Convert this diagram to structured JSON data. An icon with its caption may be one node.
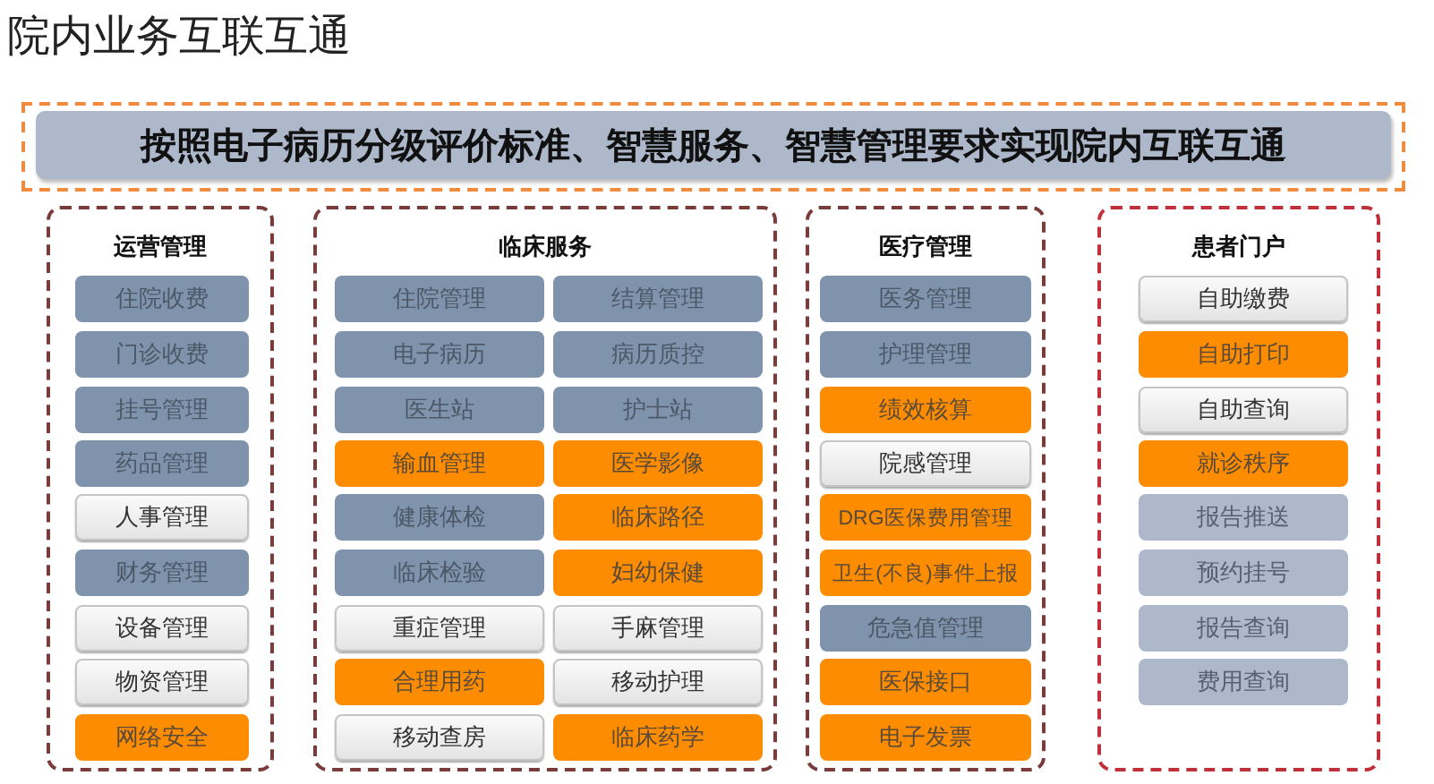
{
  "diagram": {
    "title": "院内业务互联互通",
    "nodes": [
      {
        "text": [
          "按照电子病历分级评价标准、智慧服务、智慧管理要求实现院内互联互通"
        ]
      },
      {
        "text": [
          "运营管理"
        ]
      },
      {
        "text": [
          "住院收费"
        ],
        "in": 1
      },
      {
        "text": [
          "门诊收费"
        ],
        "in": 1
      },
      {
        "text": [
          "挂号管理"
        ],
        "in": 1
      },
      {
        "text": [
          "药品管理"
        ],
        "in": 1
      },
      {
        "text": [
          "人事管理"
        ],
        "in": 1
      },
      {
        "text": [
          "财务管理"
        ],
        "in": 1
      },
      {
        "text": [
          "设备管理"
        ],
        "in": 1
      },
      {
        "text": [
          "物资管理"
        ],
        "in": 1
      },
      {
        "text": [
          "网络安全"
        ],
        "in": 1
      },
      {
        "text": [
          "临床服务"
        ]
      },
      {
        "text": [
          "住院管理"
        ],
        "in": 11
      },
      {
        "text": [
          "结算管理"
        ],
        "in": 11
      },
      {
        "text": [
          "电子病历"
        ],
        "in": 11
      },
      {
        "text": [
          "病历质控"
        ],
        "in": 11
      },
      {
        "text": [
          "医生站"
        ],
        "in": 11
      },
      {
        "text": [
          "护士站"
        ],
        "in": 11
      },
      {
        "text": [
          "输血管理"
        ],
        "in": 11
      },
      {
        "text": [
          "医学影像"
        ],
        "in": 11
      },
      {
        "text": [
          "健康体检"
        ],
        "in": 11
      },
      {
        "text": [
          "临床路径"
        ],
        "in": 11
      },
      {
        "text": [
          "临床检验"
        ],
        "in": 11
      },
      {
        "text": [
          "妇幼保健"
        ],
        "in": 11
      },
      {
        "text": [
          "重症管理"
        ],
        "in": 11
      },
      {
        "text": [
          "手麻管理"
        ],
        "in": 11
      },
      {
        "text": [
          "合理用药"
        ],
        "in": 11
      },
      {
        "text": [
          "移动护理"
        ],
        "in": 11
      },
      {
        "text": [
          "移动查房"
        ],
        "in": 11
      },
      {
        "text": [
          "临床药学"
        ],
        "in": 11
      },
      {
        "text": [
          "医疗管理"
        ]
      },
      {
        "text": [
          "医务管理"
        ],
        "in": 30
      },
      {
        "text": [
          "护理管理"
        ],
        "in": 30
      },
      {
        "text": [
          "绩效核算"
        ],
        "in": 30
      },
      {
        "text": [
          "院感管理"
        ],
        "in": 30
      },
      {
        "text": [
          "DRG医保费用管理"
        ],
        "in": 30
      },
      {
        "text": [
          "卫生(不良)事件上报"
        ],
        "in": 30
      },
      {
        "text": [
          "危急值管理"
        ],
        "in": 30
      },
      {
        "text": [
          "医保接口"
        ],
        "in": 30
      },
      {
        "text": [
          "电子发票"
        ],
        "in": 30
      },
      {
        "text": [
          "患者门户"
        ]
      },
      {
        "text": [
          "自助缴费"
        ],
        "in": 40
      },
      {
        "text": [
          "自助打印"
        ],
        "in": 40
      },
      {
        "text": [
          "自助查询"
        ],
        "in": 40
      },
      {
        "text": [
          "就诊秩序"
        ],
        "in": 40
      },
      {
        "text": [
          "报告推送"
        ],
        "in": 40
      },
      {
        "text": [
          "预约挂号"
        ],
        "in": 40
      },
      {
        "text": [
          "报告查询"
        ],
        "in": 40
      },
      {
        "text": [
          "费用查询"
        ],
        "in": 40
      }
    ]
  }
}
